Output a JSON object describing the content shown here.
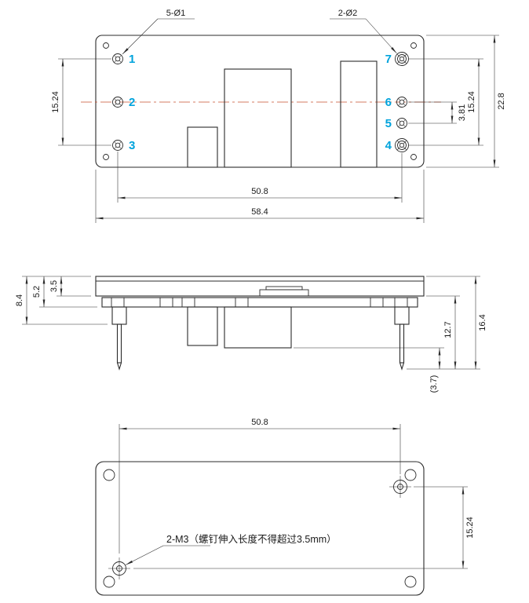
{
  "colors": {
    "line": "#2b2b2b",
    "pin_label": "#00a3dc",
    "centerline": "#c9502e"
  },
  "top_view": {
    "callout_small_holes": "5-Ø1",
    "callout_large_holes": "2-Ø2",
    "pins": {
      "p1": "1",
      "p2": "2",
      "p3": "3",
      "p4": "4",
      "p5": "5",
      "p6": "6",
      "p7": "7"
    },
    "dims": {
      "left_pitch": "15.24",
      "right_gap": "3.81",
      "right_pitch": "15.24",
      "height": "22.8",
      "pin_span": "50.8",
      "width": "58.4"
    }
  },
  "side_view": {
    "dims": {
      "lid": "3.5",
      "body": "5.2",
      "base": "8.4",
      "pin_length": "12.7",
      "overall": "16.4",
      "tip_ref": "(3.7)"
    }
  },
  "bottom_view": {
    "dims": {
      "hole_span": "50.8",
      "hole_pitch": "15.24"
    },
    "note": "2-M3（螺钉伸入长度不得超过3.5mm）"
  }
}
